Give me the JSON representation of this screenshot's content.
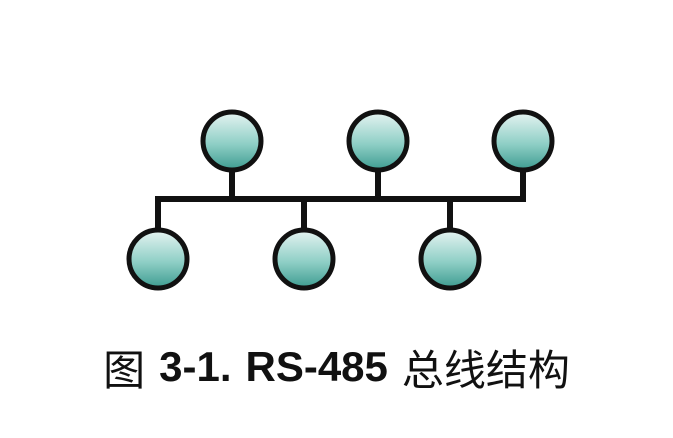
{
  "caption": {
    "fig_word": "图",
    "fig_number": "3-1.",
    "title_latin": "RS-485",
    "title_cjk": "总线结构"
  },
  "colors": {
    "node_fill_light": "#e6f4f2",
    "node_fill_mid": "#8fcfc6",
    "node_fill_dark": "#3d9c90",
    "outline": "#111111",
    "text": "#111111"
  },
  "topology": {
    "bus": "single-trunk",
    "upper_nodes": 3,
    "lower_nodes": 3
  }
}
